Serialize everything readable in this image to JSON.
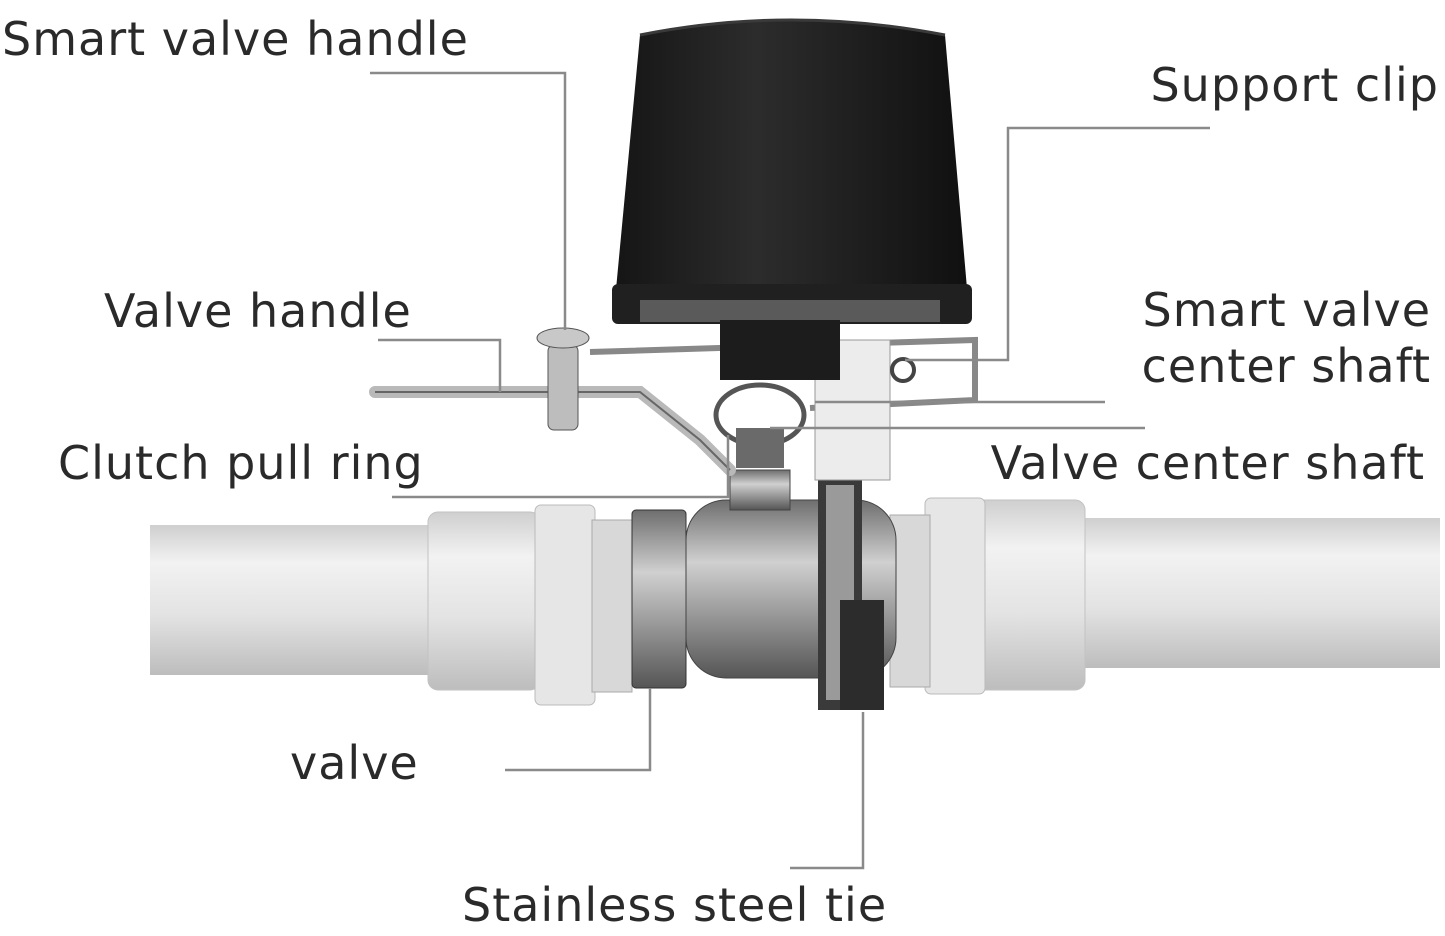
{
  "labels": {
    "smart_valve_handle": "Smart valve handle",
    "support_clip": "Support clip",
    "valve_handle": "Valve handle",
    "smart_valve_center_shaft_line1": "Smart valve",
    "smart_valve_center_shaft_line2": "center shaft",
    "clutch_pull_ring": "Clutch pull ring",
    "valve_center_shaft": "Valve center shaft",
    "valve": "valve",
    "stainless_steel_tie": "Stainless steel tie"
  },
  "colors": {
    "background": "#ffffff",
    "text": "#2a2a2a",
    "leader_line": "#8a8a8a",
    "pipe": "#d9d9d9",
    "actuator": "#1e1e1e",
    "valve_body": "#9a9a9a"
  }
}
